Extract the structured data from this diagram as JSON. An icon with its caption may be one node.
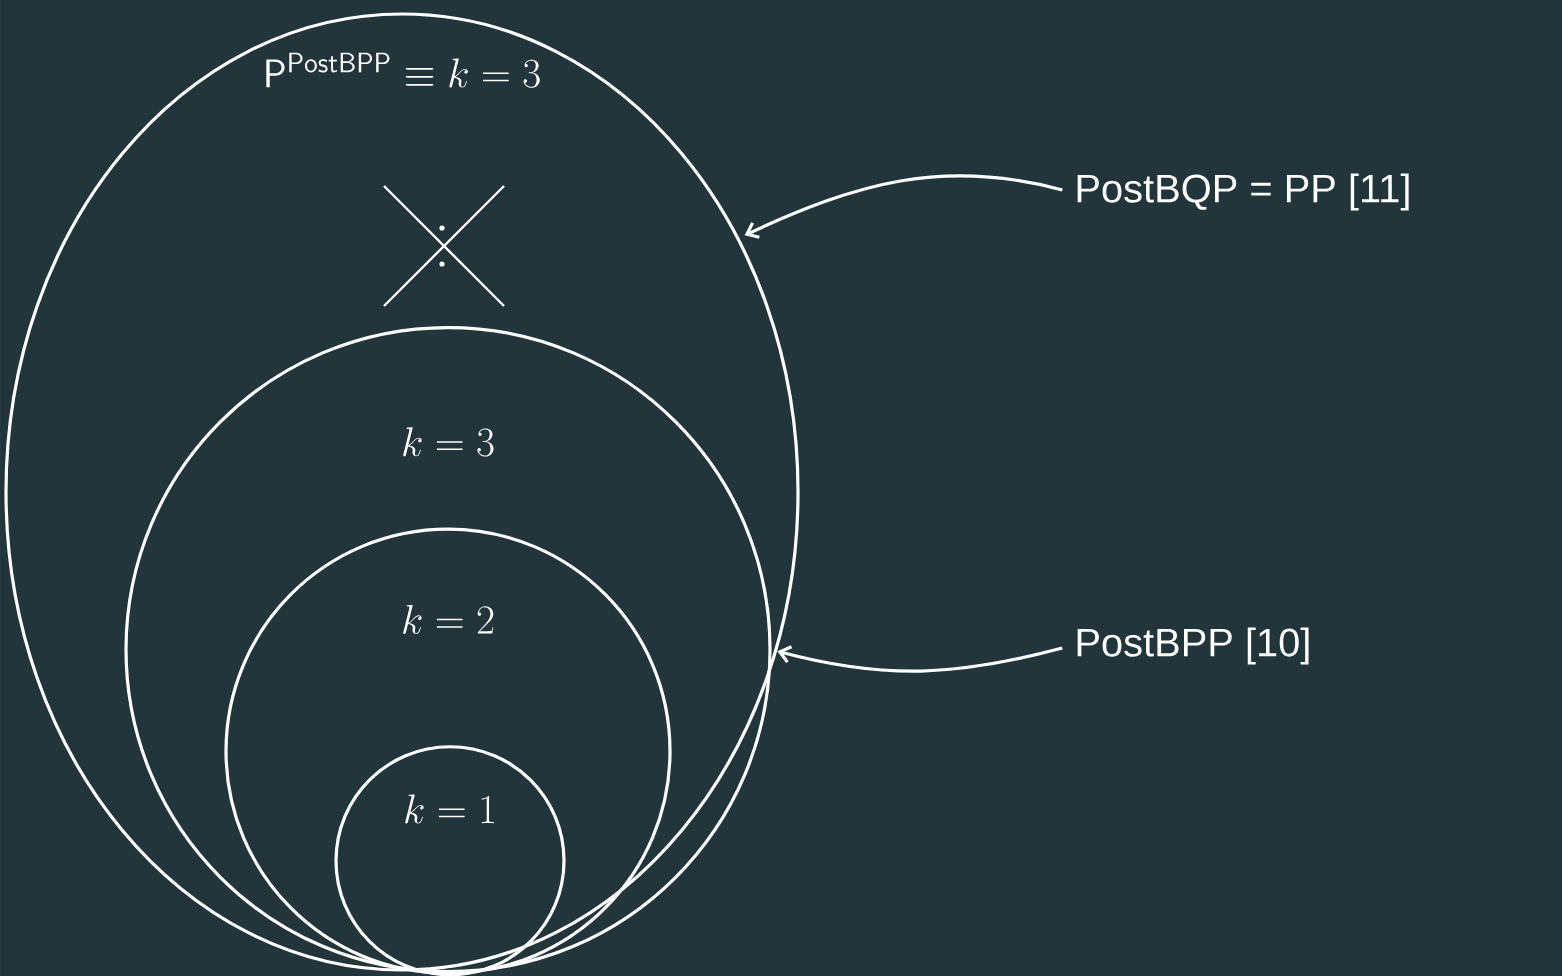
{
  "diagram": {
    "nodes": [
      {
        "text": [
          "\\mathsf{P}^{\\mathsf{PostBPP}} \\equiv k = 3"
        ]
      },
      {
        "text": [
          "k = 3"
        ],
        "in": 0
      },
      {
        "text": [
          "k = 2"
        ],
        "in": 1
      },
      {
        "text": [
          "k = 1"
        ],
        "in": 2
      },
      {
        "text": [
          "PostBQP = PP [11]"
        ]
      },
      {
        "text": [
          "PostBPP [10]"
        ]
      }
    ],
    "edges": [
      {
        "from": 4,
        "to": 0,
        "arrow": "to"
      },
      {
        "from": 5,
        "to": 1,
        "arrow": "to"
      }
    ]
  }
}
